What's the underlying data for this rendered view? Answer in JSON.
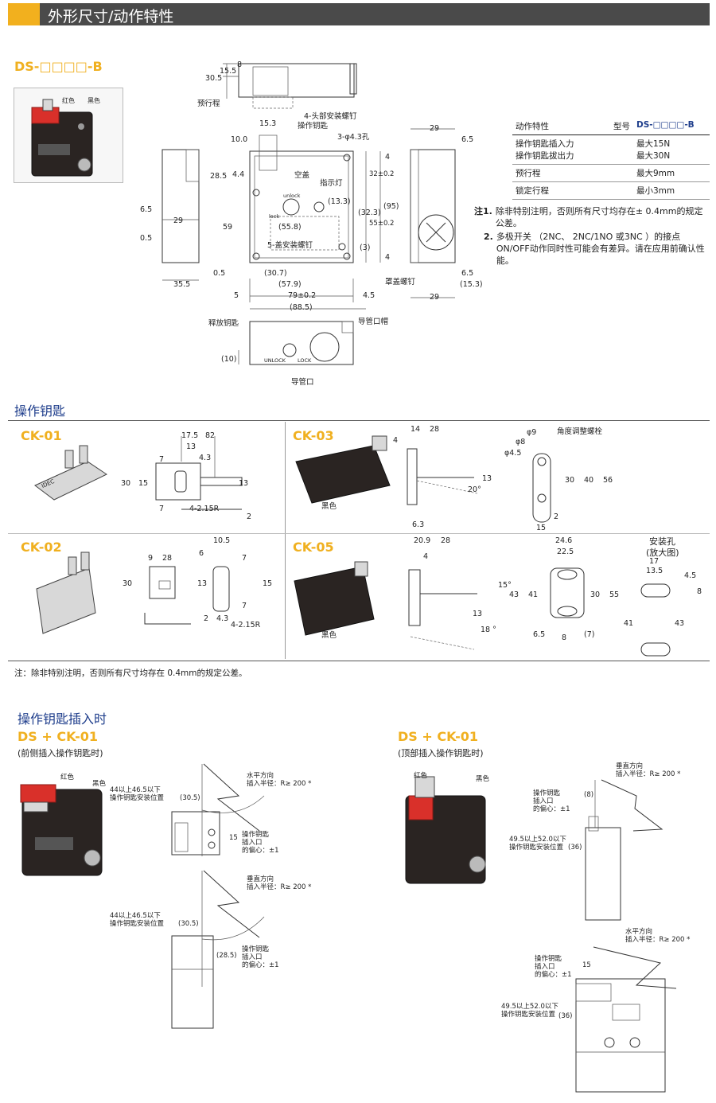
{
  "header": {
    "title": "外形尺寸/动作特性"
  },
  "model": {
    "title": "DS-□□□□-B"
  },
  "photo1": {
    "red_label": "红色",
    "black_label": "黑色"
  },
  "drawing": {
    "top_dims": [
      "15.5",
      "8",
      "30.5"
    ],
    "preload": "预行程",
    "head_screw": "4-头部安装螺钉",
    "key": "操作钥匙",
    "dims_a": [
      "15.3",
      "10.0",
      "3-φ4.3孔",
      "28.5",
      "4.4",
      "空盖",
      "指示灯",
      "(13.3)",
      "59",
      "(55.8)",
      "5-盖安装螺钉",
      "(3)",
      "(32.3)",
      "55±0.2",
      "32±0.2",
      "4",
      "(95)",
      "(30.7)",
      "(57.9)",
      "79±0.2",
      "(88.5)",
      "5",
      "4.5",
      "unlock",
      "lock"
    ],
    "dims_left": [
      "6.5",
      "29",
      "0.5",
      "35.5",
      "0.5"
    ],
    "dims_right": [
      "29",
      "6.5",
      "6.5",
      "(15.3)",
      "29",
      "罩盖螺钉"
    ],
    "bottom": [
      "释放钥匙",
      "导管口帽",
      "(10)",
      "导管口",
      "UNLOCK",
      "LOCK"
    ]
  },
  "spec_table": {
    "head": [
      "动作特性",
      "型号",
      "DS-□□□□-B"
    ],
    "rows": [
      {
        "label": "操作钥匙插入力\n操作钥匙拔出力",
        "value": "最大15N\n最大30N"
      },
      {
        "label": "预行程",
        "value": "最大9mm"
      },
      {
        "label": "锁定行程",
        "value": "最小3mm"
      }
    ]
  },
  "notes": {
    "prefix": "注",
    "n1_num": "1.",
    "n1": "除非特别注明，否则所有尺寸均存在± 0.4mm的规定公差。",
    "n2_num": "2.",
    "n2": "多极开关 （2NC、 2NC/1NO 或3NC ）的接点ON/OFF动作同时性可能会有差异。请在应用前确认性能。"
  },
  "keys_section": {
    "title": "操作钥匙",
    "ck01": {
      "name": "CK-01",
      "dims": [
        "17.5",
        "82",
        "13",
        "4.3",
        "7",
        "30",
        "15",
        "13",
        "7",
        "4-2.15R",
        "2"
      ]
    },
    "ck03": {
      "name": "CK-03",
      "black": "黑色",
      "dims": [
        "14",
        "28",
        "4",
        "13",
        "20°",
        "6.3",
        "φ9",
        "φ8",
        "φ4.5",
        "角度调整螺栓",
        "30",
        "40",
        "56",
        "2",
        "15"
      ]
    },
    "ck02": {
      "name": "CK-02",
      "dims": [
        "9",
        "28",
        "10.5",
        "6",
        "7",
        "30",
        "13",
        "15",
        "7",
        "2",
        "4.3",
        "4-2.15R"
      ]
    },
    "ck05": {
      "name": "CK-05",
      "black": "黑色",
      "dims": [
        "20.9",
        "28",
        "4",
        "13",
        "15°",
        "18 °",
        "24.6",
        "22.5",
        "43",
        "41",
        "30",
        "55",
        "6.5",
        "8",
        "(7)",
        "安装孔",
        "(放大图)",
        "17",
        "13.5",
        "4.5",
        "8",
        "41",
        "43"
      ]
    },
    "note": "注：除非特别注明，否则所有尺寸均存在    0.4mm的规定公差。"
  },
  "insert_section": {
    "title": "操作钥匙插入时",
    "left": {
      "title": "DS + CK-01",
      "subtitle": "(前侧插入操作钥匙时)",
      "red": "红色",
      "black": "黑色",
      "install_pos": "44以上46.5以下\n操作钥匙安装位置",
      "dim1": "(30.5)",
      "horiz": "水平方向\n插入半径：R≥ 200 *",
      "ecc": "操作钥匙\n插入口\n的偏心：±1",
      "ecc_dim": "15",
      "vert": "垂直方向\n插入半径：R≥ 200 *",
      "install_pos2": "44以上46.5以下\n操作钥匙安装位置",
      "dim2": "(30.5)",
      "dim3": "(28.5)",
      "ecc2": "操作钥匙\n插入口\n的偏心：±1"
    },
    "right": {
      "title": "DS + CK-01",
      "subtitle": "(顶部插入操作钥匙时)",
      "red": "红色",
      "black": "黑色",
      "vert": "垂直方向\n插入半径：R≥ 200 *",
      "ecc": "操作钥匙\n插入口\n的偏心：±1",
      "dim8": "(8)",
      "install_pos": "49.5以上52.0以下\n操作钥匙安装位置",
      "dim36": "(36)",
      "horiz": "水平方向\n插入半径：R≥ 200 *",
      "ecc2": "操作钥匙\n插入口\n的偏心：±1",
      "dim15": "15",
      "install_pos2": "49.5以上52.0以下\n操作钥匙安装位置",
      "dim36b": "(36)"
    }
  }
}
